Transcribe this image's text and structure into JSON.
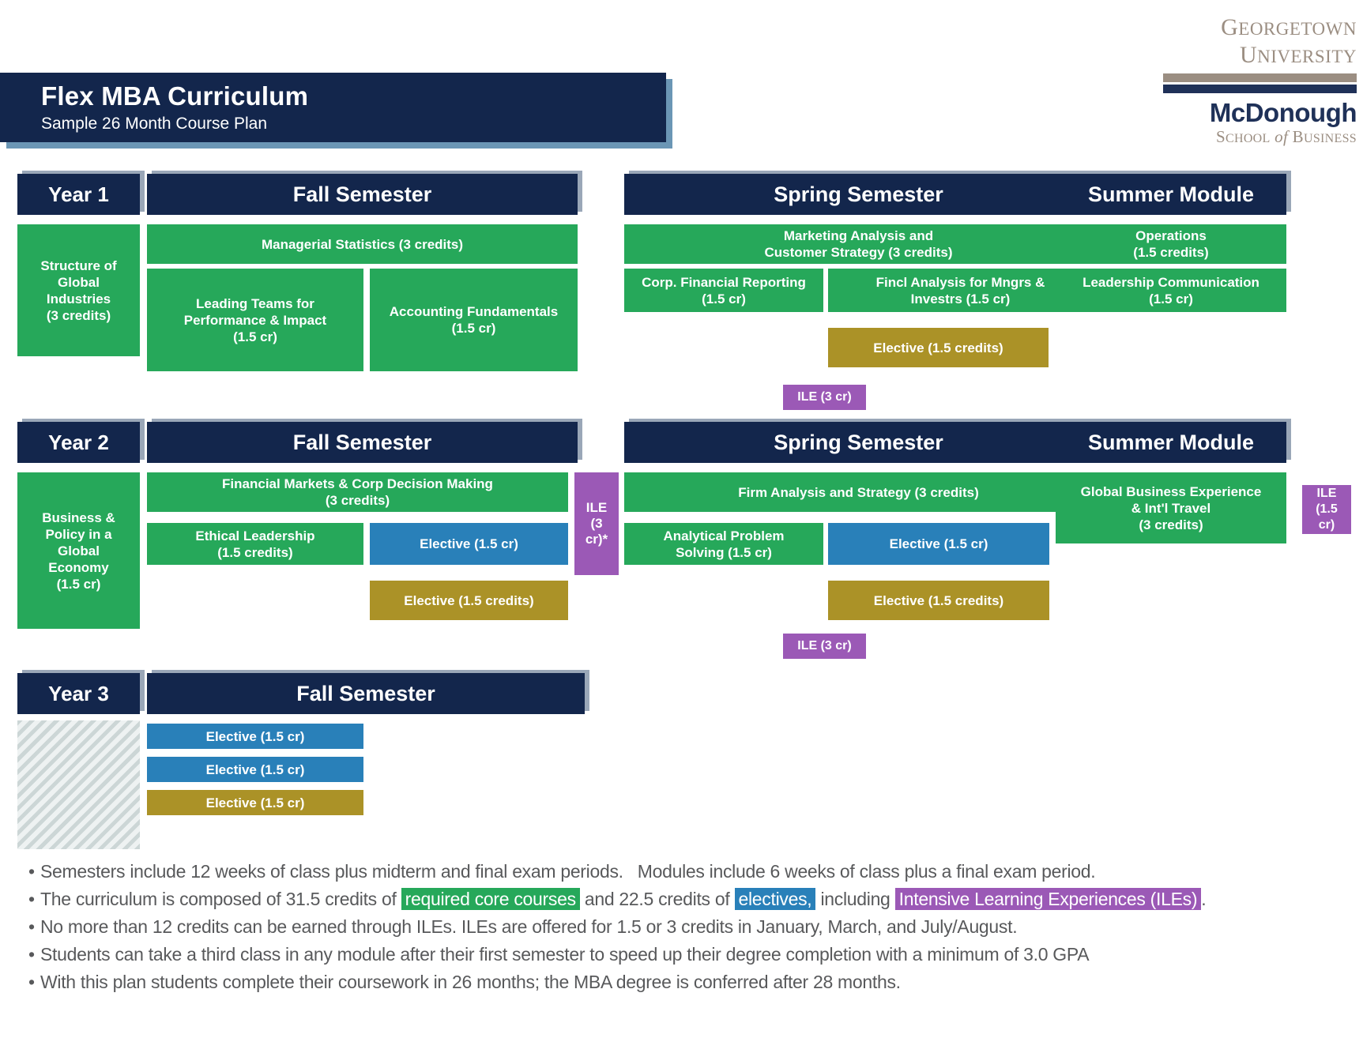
{
  "logo": {
    "line1_a": "G",
    "line1_b": "EORGETOWN",
    "line2_a": "U",
    "line2_b": "NIVERSITY",
    "mcdonough": "McDonough",
    "school_a": "S",
    "school_b": "CHOOL",
    "school_of": "of",
    "school_c": "B",
    "school_d": "USINESS"
  },
  "title": {
    "main": "Flex MBA Curriculum",
    "sub": "Sample 26 Month Course Plan"
  },
  "colors": {
    "navy": "#13264c",
    "core_green": "#26a85a",
    "elective_blue": "#2980b9",
    "elective_gold": "#ab9227",
    "ile_purple": "#9b59b6",
    "tan": "#9b8e82",
    "note_text": "#58595b"
  },
  "headers": {
    "year1": "Year 1",
    "year2": "Year 2",
    "year3": "Year 3",
    "fall": "Fall Semester",
    "spring": "Spring Semester",
    "summer": "Summer  Module"
  },
  "year1": {
    "year_course": "Structure of\nGlobal\nIndustries\n(3 credits)",
    "fall": {
      "top": "Managerial Statistics (3 credits)",
      "left": "Leading Teams for\nPerformance & Impact\n(1.5 cr)",
      "right": "Accounting Fundamentals\n(1.5 cr)"
    },
    "spring": {
      "top": "Marketing Analysis and\nCustomer Strategy (3 credits)",
      "left": "Corp. Financial Reporting\n(1.5 cr)",
      "right": "Fincl Analysis for Mngrs &\nInvestrs (1.5 cr)",
      "elective": "Elective (1.5 credits)",
      "ile": "ILE (3 cr)"
    },
    "summer": {
      "top": "Operations\n(1.5 credits)",
      "bottom": "Leadership Communication\n(1.5 cr)"
    }
  },
  "year2": {
    "year_course": "Business &\nPolicy in a\nGlobal\nEconomy\n(1.5 cr)",
    "fall": {
      "top": "Financial Markets & Corp Decision Making\n(3 credits)",
      "left": "Ethical Leadership\n(1.5 credits)",
      "elective_blue": "Elective (1.5 cr)",
      "elective_gold": "Elective (1.5 credits)",
      "ile": "ILE\n(3 cr)*"
    },
    "spring": {
      "top": "Firm Analysis and Strategy (3 credits)",
      "left": "Analytical Problem\nSolving (1.5 cr)",
      "elective_blue": "Elective (1.5 cr)",
      "elective_gold": "Elective (1.5 credits)",
      "ile": "ILE (3 cr)"
    },
    "summer": {
      "course": "Global Business Experience\n& Int'l Travel\n(3 credits)",
      "ile": "ILE\n(1.5 cr)"
    }
  },
  "year3": {
    "fall": {
      "elective1": "Elective (1.5 cr)",
      "elective2": "Elective (1.5 cr)",
      "elective3": "Elective (1.5 cr)"
    }
  },
  "notes": {
    "n1_a": "Semesters include 12 weeks of class plus midterm and final exam periods.",
    "n1_b": "Modules include 6 weeks of class plus a final exam period.",
    "n2_a": "The curriculum is composed of 31.5 credits of ",
    "n2_hl1": "required core courses",
    "n2_b": " and 22.5 credits of ",
    "n2_hl2": "electives,",
    "n2_c": " including ",
    "n2_hl3": "Intensive Learning Experiences (ILEs)",
    "n2_d": ".",
    "n3": "No more than 12 credits can be earned through ILEs. ILEs are offered for 1.5 or 3 credits in January, March, and July/August.",
    "n4": "Students can take a third class in any module after their first semester to speed up their degree completion with a minimum of 3.0 GPA",
    "n5": "With this plan students complete their coursework in 26 months; the MBA degree is conferred after 28 months."
  }
}
